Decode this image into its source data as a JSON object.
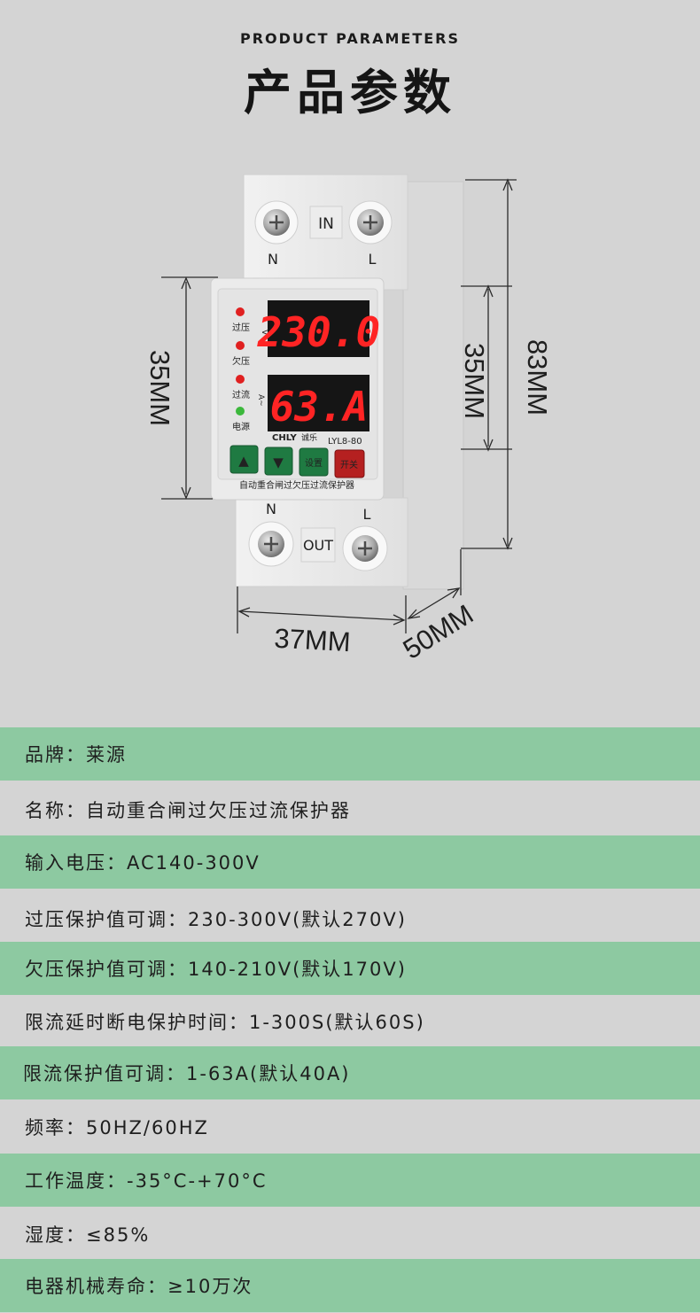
{
  "header": {
    "subtitle": "PRODUCT PARAMETERS",
    "title": "产品参数"
  },
  "product": {
    "top_terminal": {
      "label": "IN",
      "left": "N",
      "right": "L"
    },
    "bottom_terminal": {
      "label": "OUT",
      "left": "N",
      "right": "L"
    },
    "indicators": [
      {
        "label": "过压",
        "color": "#e02020"
      },
      {
        "label": "欠压",
        "color": "#e02020"
      },
      {
        "label": "过流",
        "color": "#e02020"
      },
      {
        "label": "电源",
        "color": "#3cb83c"
      }
    ],
    "unit_v": "V~",
    "unit_a": "A~",
    "display_top": "230.0",
    "display_bottom": "63.A",
    "display_color": "#ff2424",
    "brand": "CHLY",
    "brand_cn": "诚乐",
    "model": "LYL8-80",
    "buttons": {
      "up": "▲",
      "down": "▼",
      "set": "设置",
      "switch": "开关"
    },
    "device_name": "自动重合闸过欠压过流保护器"
  },
  "dimensions": {
    "left_height": "35MM",
    "right_height_small": "35MM",
    "right_height_large": "83MM",
    "width": "37MM",
    "depth": "50MM"
  },
  "params": [
    "品牌：莱源",
    "名称：自动重合闸过欠压过流保护器",
    "输入电压：AC140-300V",
    "过压保护值可调：230-300V(默认270V)",
    "欠压保护值可调：140-210V(默认170V)",
    "限流延时断电保护时间：1-300S(默认60S)",
    "限流保护值可调：1-63A(默认40A)",
    "频率：50HZ/60HZ",
    "工作温度：-35°C-+70°C",
    "湿度：≤85%",
    "电器机械寿命：≥10万次"
  ]
}
